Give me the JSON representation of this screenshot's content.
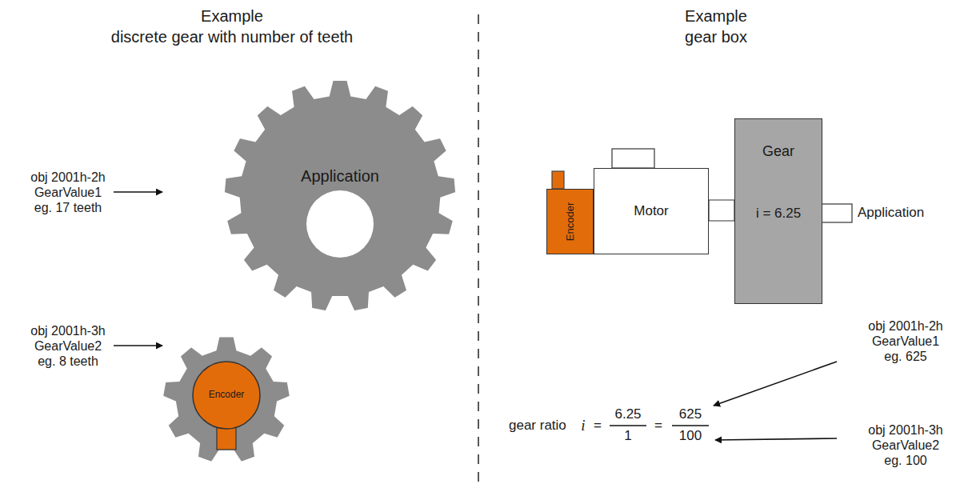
{
  "diagram": {
    "nodes": [
      {
        "text": [
          "Application"
        ]
      },
      {
        "text": [
          "Encoder"
        ]
      },
      {
        "text": [
          "Encoder"
        ]
      },
      {
        "text": [
          "Motor"
        ]
      },
      {
        "text": [
          "Gear",
          "i = 6.25"
        ]
      }
    ],
    "edges": [
      {
        "from": 2,
        "to": 3,
        "arrow": "none"
      },
      {
        "from": 3,
        "to": 4,
        "arrow": "none"
      }
    ],
    "labels": [
      "Example",
      "discrete gear with number of teeth",
      "Example",
      "gear box",
      "obj 2001h-2h GearValue1 eg. 17 teeth",
      "obj 2001h-3h GearValue2 eg. 8 teeth",
      "Application",
      "gear ratio",
      "i",
      "=",
      "6.25",
      "1",
      "=",
      "625",
      "100",
      "obj 2001h-2h GearValue1 eg. 625",
      "obj 2001h-3h GearValue2 eg. 100"
    ]
  }
}
